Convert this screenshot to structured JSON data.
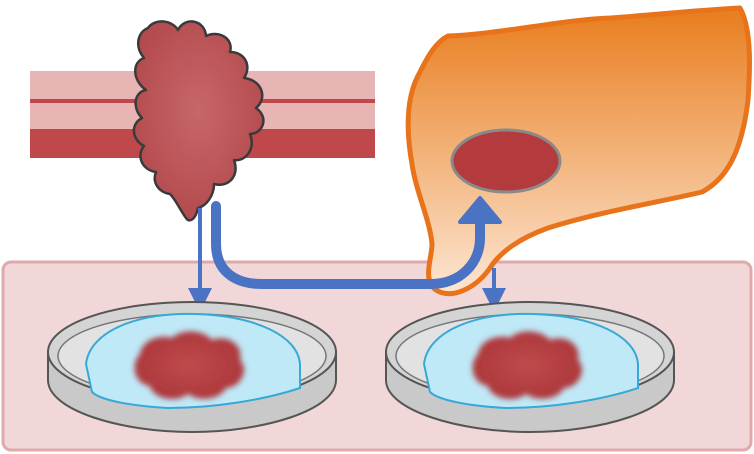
{
  "diagram": {
    "colors": {
      "vessel_band_light": "#e8b5b5",
      "vessel_band_dark": "#c0484a",
      "tumor_fill": "#c0585a",
      "tumor_outline": "#3a3a3a",
      "cell_fill_top": "#e87d1e",
      "cell_fill_bottom": "#fde6d2",
      "cell_outline": "#e8731a",
      "nucleus_fill": "#b33b3e",
      "nucleus_outline": "#8a8a8a",
      "arrow": "#4a73c4",
      "platform_fill": "#f2d7d8",
      "platform_outline": "#e0a9ab",
      "dish_fill": "#d4d4d4",
      "dish_outline": "#555555",
      "gel_fill": "#bfe9f7",
      "gel_outline": "#38a8d6",
      "culture_fill": "#b73e41"
    },
    "elements": [
      {
        "id": "blood-vessel",
        "label": ""
      },
      {
        "id": "tumor-tissue",
        "label": ""
      },
      {
        "id": "host-cell",
        "label": ""
      },
      {
        "id": "host-cell-nucleus",
        "label": ""
      },
      {
        "id": "culture-platform",
        "label": ""
      },
      {
        "id": "left-culture-dish",
        "label": ""
      },
      {
        "id": "right-culture-dish",
        "label": ""
      }
    ],
    "connections": [
      {
        "from": "tumor-tissue",
        "to": "left-culture-dish",
        "style": "straight-arrow"
      },
      {
        "from": "tumor-tissue",
        "to": "host-cell-nucleus",
        "style": "curved-arrow"
      },
      {
        "from": "host-cell",
        "to": "right-culture-dish",
        "style": "straight-arrow"
      }
    ]
  }
}
